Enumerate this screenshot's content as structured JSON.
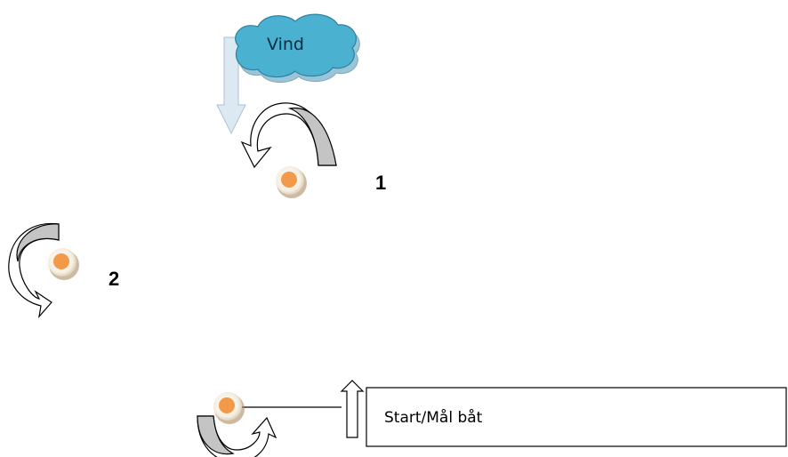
{
  "wind": {
    "label": "Vind"
  },
  "marks": [
    {
      "number": "1"
    },
    {
      "number": "2"
    }
  ],
  "start_finish": {
    "label": "Start/Mål båt"
  },
  "colors": {
    "cloud_fill": "#4bb1d0",
    "buoy_fill": "#f39a4a",
    "arrow_gray": "#c4c4c4",
    "wind_arrow": "#d6e4f0"
  }
}
